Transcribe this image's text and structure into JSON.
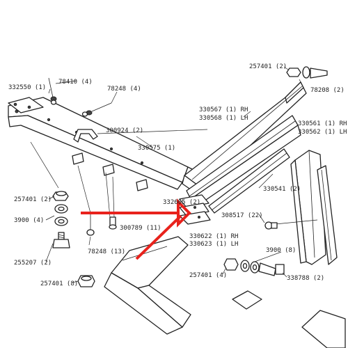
{
  "colors": {
    "line": "#222222",
    "arrow": "#e8221c",
    "background": "#ffffff"
  },
  "labels": {
    "p257401_top": "257401 (2)",
    "p78208": "78208 (2)",
    "p78410": "78410 (4)",
    "p332550": "332550 (1)",
    "p78248_top": "78248 (4)",
    "p300924": "300924 (2)",
    "p330575": "330575 (1)",
    "p330567": "330567 (1) RH",
    "p330568": "330568 (1) LH",
    "p330561": "330561 (1) RH",
    "p330562": "330562 (1) LH",
    "p330541": "330541 (2)",
    "p257401_left": "257401 (2)",
    "p3900_left": "3900 (4)",
    "p255207": "255207 (2)",
    "p78248_bottom": "78248 (13)",
    "p300789": "300789 (11)",
    "p332605": "332605 (2)",
    "p308517": "308517 (22)",
    "p330622": "330622 (1) RH",
    "p330623": "330623 (1) LH",
    "p3900_right": "3900 (8)",
    "p257401_bottom_left": "257401 (8)",
    "p257401_bottom_right": "257401 (4)",
    "p338788": "338788 (2)"
  }
}
